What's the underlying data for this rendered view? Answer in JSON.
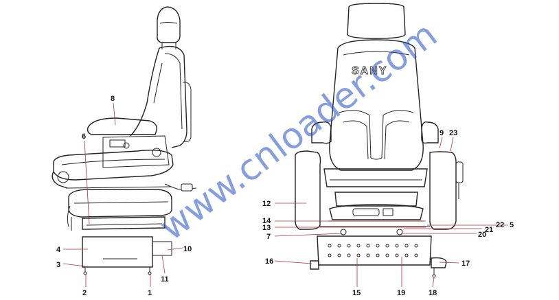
{
  "diagram": {
    "brand_on_seat": "SANY",
    "watermark": "www.cnloader.com",
    "side_view_labels": [
      "8",
      "6",
      "4",
      "3",
      "2",
      "1",
      "10",
      "11"
    ],
    "front_view_labels": [
      "9",
      "23",
      "12",
      "14",
      "13",
      "7",
      "22",
      "5",
      "21",
      "20",
      "16",
      "17",
      "15",
      "19",
      "18"
    ]
  },
  "colors": {
    "leader_line": "#b0303a",
    "watermark": "#1f4fc4",
    "drawing": "#222222"
  }
}
